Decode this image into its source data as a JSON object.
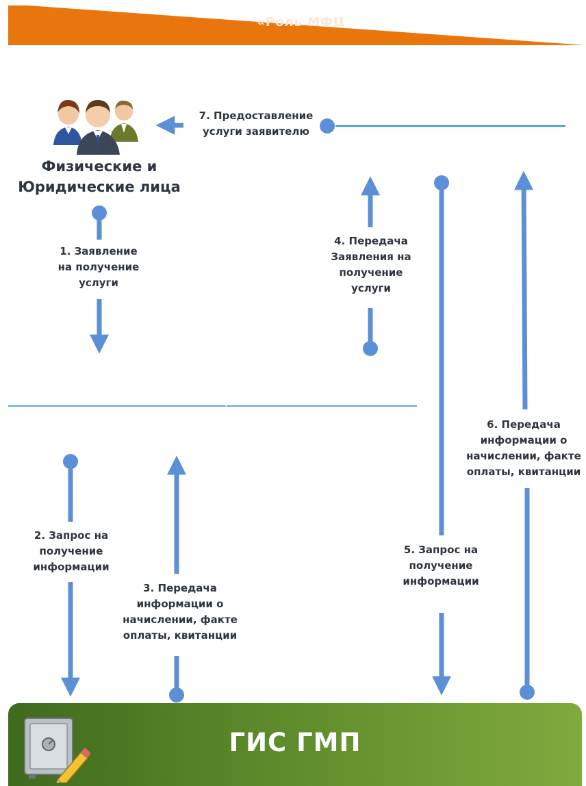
{
  "banner": {
    "title": "«Роль МФЦ"
  },
  "actors": {
    "users_caption": "Физические и\nЮридические лица",
    "gis_title": "ГИС ГМП"
  },
  "steps": {
    "s1": "1. Заявление\nна получение\nуслуги",
    "s2": "2. Запрос на\nполучение\nинформации",
    "s3": "3. Передача\nинформации о\nначислении, факте\nоплаты, квитанции",
    "s4": "4. Передача\nЗаявления на\nполучение\nуслуги",
    "s5": "5. Запрос на\nполучение\nинформации",
    "s6": "6. Передача\nинформации о\nначислении, факте\nоплаты, квитанции",
    "s7": "7. Предоставление\nуслуги заявителю"
  },
  "colors": {
    "banner": "#e8760c",
    "arrow": "#5b8fd6",
    "line": "#1e8fd0",
    "gis_dark": "#3f6a1f",
    "gis_light": "#7faa3e"
  },
  "icons": [
    "people-icon",
    "safe-icon",
    "pencil-icon"
  ]
}
